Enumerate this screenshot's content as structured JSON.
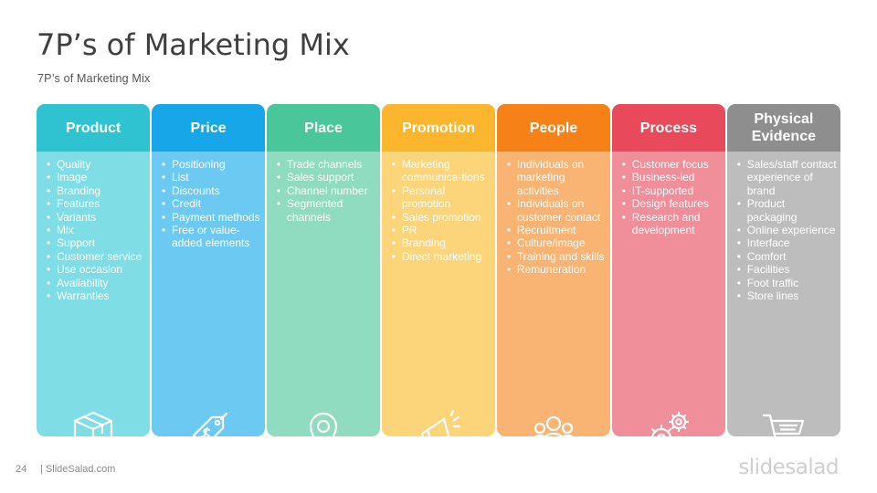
{
  "slide": {
    "title": "7P’s of Marketing Mix",
    "subtitle": "7P’s of Marketing Mix",
    "page_number": "24",
    "footer_text": "| SlideSalad.com",
    "logo_text": "slidesalad"
  },
  "columns": [
    {
      "header": "Product",
      "icon": "box-icon",
      "header_color": "#2fc2d0",
      "body_color": "#7fdde5",
      "items": [
        "Quality",
        "Image",
        "Branding",
        "Features",
        "Variants",
        "Mix",
        "Support",
        "Customer service",
        "Use occasion",
        "Availability",
        "Warranties"
      ]
    },
    {
      "header": "Price",
      "icon": "price-tag-icon",
      "header_color": "#17a7e8",
      "body_color": "#6ccaf2",
      "items": [
        "Positioning",
        "List",
        "Discounts",
        "Credit",
        "Payment methods",
        "Free or value-added elements"
      ]
    },
    {
      "header": "Place",
      "icon": "location-pin-icon",
      "header_color": "#4ac79a",
      "body_color": "#8fdcc0",
      "items": [
        "Trade channels",
        "Sales support",
        "Channel number",
        "Segmented channels"
      ]
    },
    {
      "header": "Promotion",
      "icon": "megaphone-icon",
      "header_color": "#fbb62e",
      "body_color": "#fcd57a",
      "items": [
        "Marketing communica-tions",
        "Personal promotion",
        "Sales promotion",
        "PR",
        "Branding",
        "Direct marketing"
      ]
    },
    {
      "header": "People",
      "icon": "people-group-icon",
      "header_color": "#f68117",
      "body_color": "#f9b373",
      "items": [
        "Individuals on marketing activities",
        "Individuals on customer contact",
        "Recruitment",
        "Culture/image",
        "Training and skills",
        "Remuneration"
      ]
    },
    {
      "header": "Process",
      "icon": "gears-icon",
      "header_color": "#e84a5b",
      "body_color": "#f08e99",
      "items": [
        "Customer focus",
        "Business-led",
        "IT-supported",
        "Design features",
        "Research and development"
      ]
    },
    {
      "header": "Physical Evidence",
      "icon": "shopping-cart-icon",
      "header_color": "#8e8e8e",
      "body_color": "#bdbdbd",
      "items": [
        "Sales/staff contact experience of brand",
        "Product packaging",
        "Online experience",
        "Interface",
        "Comfort",
        "Facilities",
        "Foot traffic",
        "Store lines"
      ]
    }
  ]
}
